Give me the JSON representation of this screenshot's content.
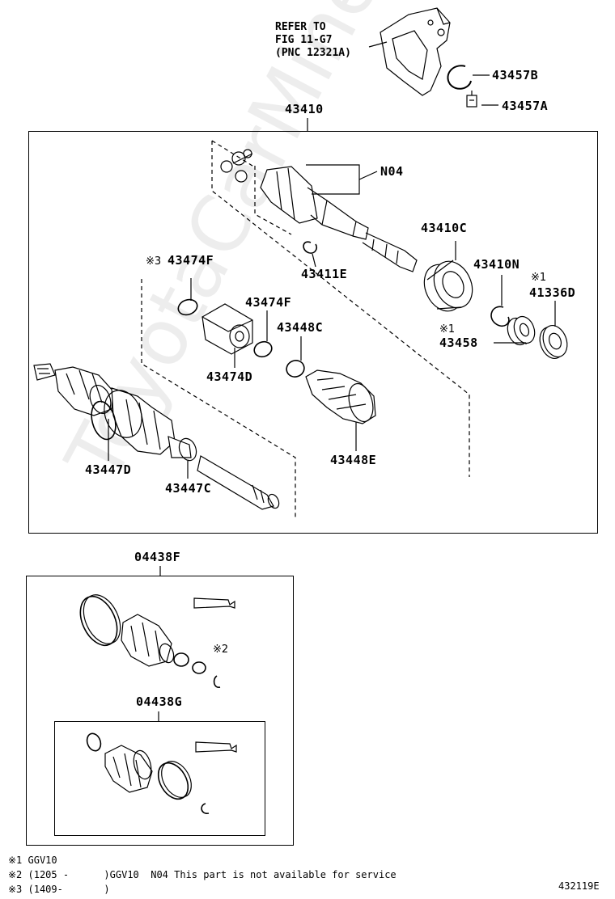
{
  "reference": {
    "line1": "REFER TO",
    "line2": "FIG 11-G7",
    "line3": "(PNC 12321A)"
  },
  "labels": {
    "p43457B": "43457B",
    "p43457A": "43457A",
    "p43410": "43410",
    "pN04": "N04",
    "p43410C": "43410C",
    "p43474F_a": "43474F",
    "p43474F_b": "43474F",
    "p43411E": "43411E",
    "p43410N": "43410N",
    "p41336D": "41336D",
    "p43448C": "43448C",
    "p43474D": "43474D",
    "p43458": "43458",
    "p43448E": "43448E",
    "p43447D": "43447D",
    "p43447C": "43447C",
    "p04438F": "04438F",
    "p04438G": "04438G"
  },
  "marks": {
    "m3_43474F": "※3",
    "m1_41336D": "※1",
    "m1_43458": "※1",
    "m2_kit": "※2"
  },
  "notes": {
    "n1": "※1 GGV10",
    "n2": "※2 (1205 -      )GGV10  N04 This part is not available for service",
    "n3": "※3 (1409-       )"
  },
  "figure_id": "432119E",
  "watermark": "ToyotaCarMine.ru"
}
